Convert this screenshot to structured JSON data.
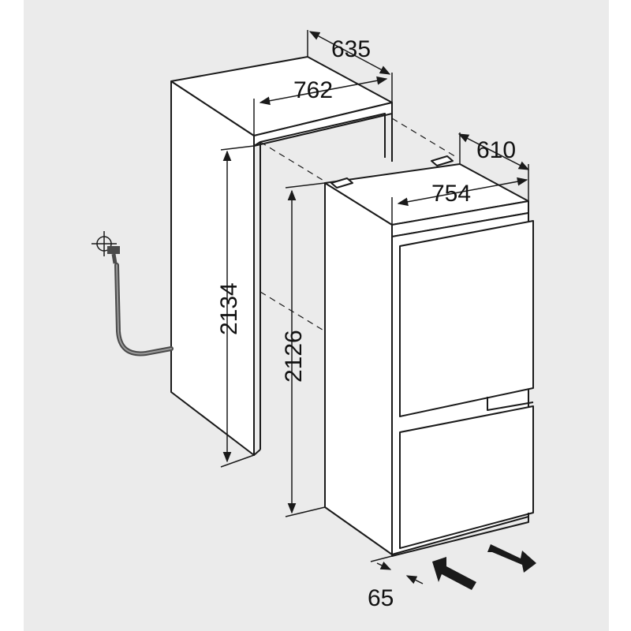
{
  "colors": {
    "background": "#ffffff",
    "panel": "#ebebeb",
    "line": "#1a1a1a",
    "hose": "#4a4a4a"
  },
  "dimensions": {
    "niche_depth": "635",
    "niche_width": "762",
    "niche_height": "2134",
    "appliance_depth": "610",
    "appliance_width": "754",
    "appliance_height": "2126",
    "front_clearance": "65"
  },
  "icons": [
    "water-tap-icon",
    "insert-direction-arrow-icon",
    "pull-direction-arrow-icon"
  ]
}
